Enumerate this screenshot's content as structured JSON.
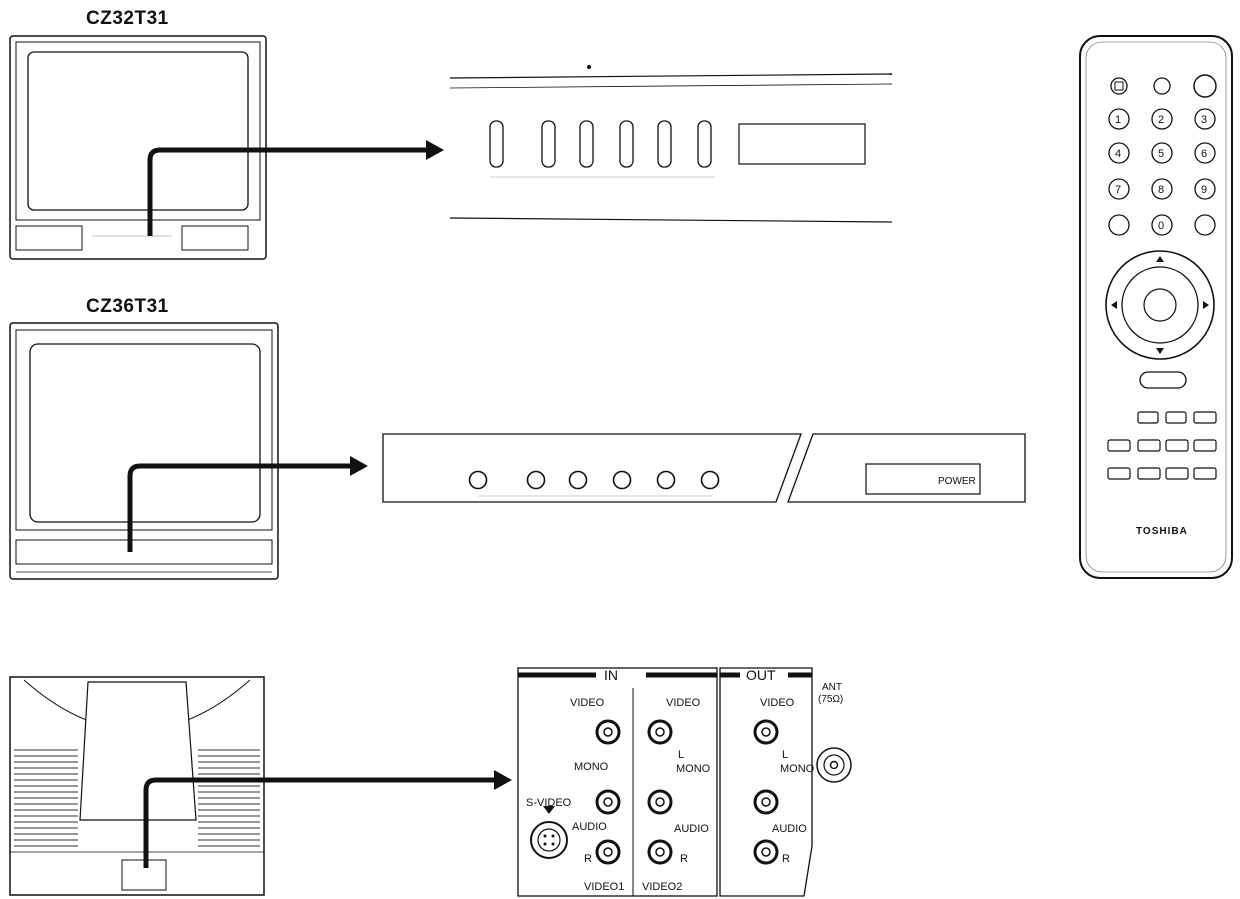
{
  "models": {
    "first": "CZ32T31",
    "second": "CZ36T31"
  },
  "panel_36": {
    "power_label": "POWER"
  },
  "remote": {
    "brand": "TOSHIBA",
    "number_keys": [
      "1",
      "2",
      "3",
      "4",
      "5",
      "6",
      "7",
      "8",
      "9",
      "0"
    ]
  },
  "jack_panel": {
    "in_label": "IN",
    "out_label": "OUT",
    "ant_label": "ANT",
    "ant_ohm": "(75Ω)",
    "video_label": "VIDEO",
    "l_label": "L",
    "mono_label": "MONO",
    "audio_label": "AUDIO",
    "r_label": "R",
    "svideo_label": "S-VIDEO",
    "video1_label": "VIDEO1",
    "video2_label": "VIDEO2"
  }
}
